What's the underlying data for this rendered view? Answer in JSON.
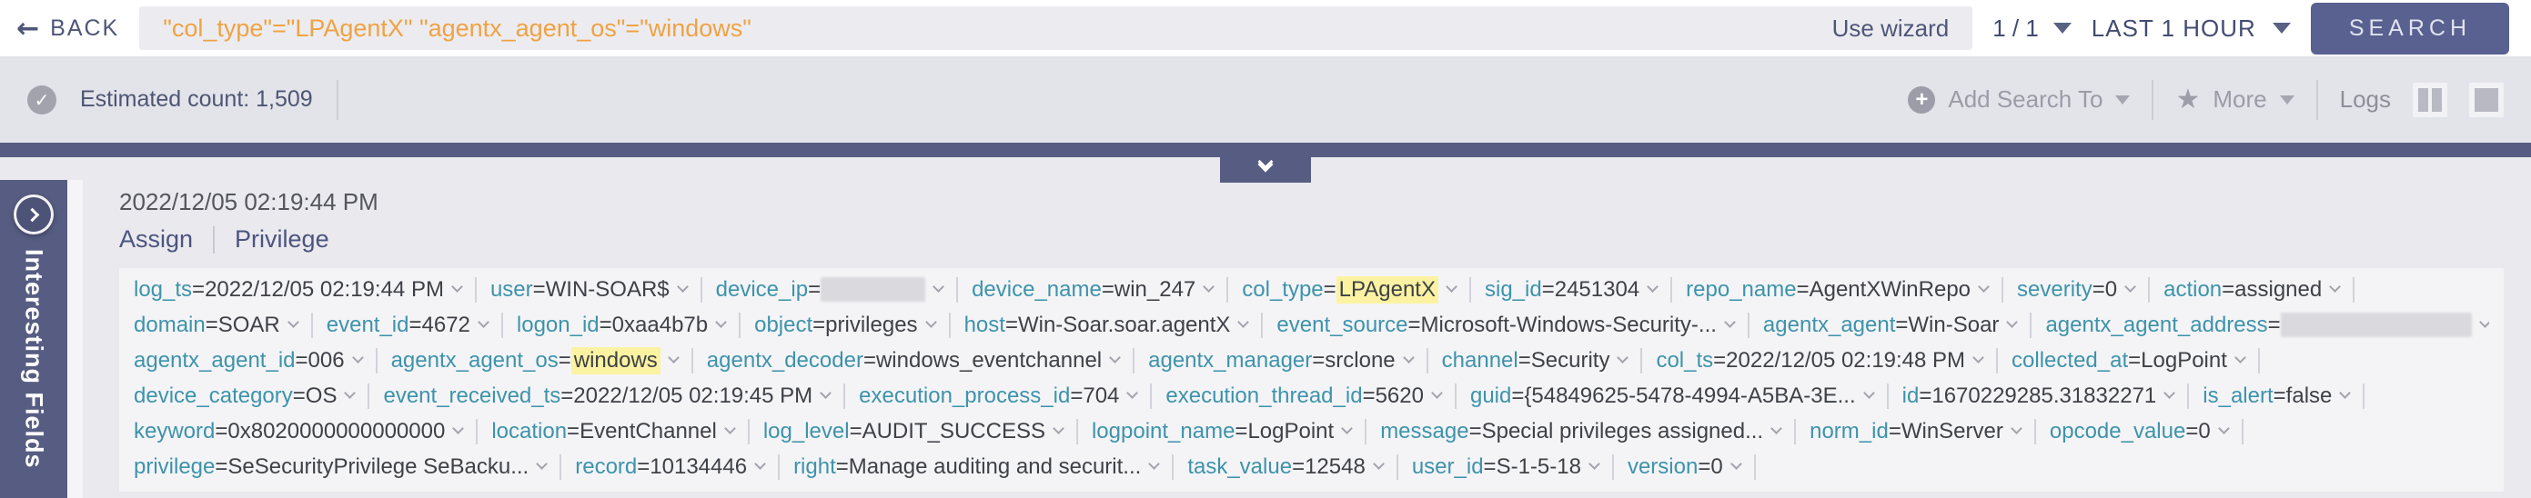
{
  "top_bar": {
    "back_label": "BACK",
    "query": "\"col_type\"=\"LPAgentX\" \"agentx_agent_os\"=\"windows\"",
    "use_wizard": "Use wizard",
    "page_indicator": "1 / 1",
    "time_range": "LAST 1 HOUR",
    "search_label": "SEARCH"
  },
  "status_bar": {
    "estimated_count": "Estimated count: 1,509",
    "add_search_to": "Add Search To",
    "more": "More",
    "logs": "Logs"
  },
  "sidebar": {
    "title": "Interesting Fields"
  },
  "log_entry": {
    "timestamp": "2022/12/05 02:19:44 PM",
    "actions": [
      "Assign",
      "Privilege"
    ],
    "rows": [
      [
        {
          "key": "log_ts",
          "value": "2022/12/05 02:19:44 PM"
        },
        {
          "key": "user",
          "value": "WIN-SOAR$"
        },
        {
          "key": "device_ip",
          "redacted": true,
          "redacted_width": 115
        },
        {
          "key": "device_name",
          "value": "win_247"
        },
        {
          "key": "col_type",
          "value": "LPAgentX",
          "highlight": true
        },
        {
          "key": "sig_id",
          "value": "2451304"
        },
        {
          "key": "repo_name",
          "value": "AgentXWinRepo"
        },
        {
          "key": "severity",
          "value": "0"
        },
        {
          "key": "action",
          "value": "assigned"
        }
      ],
      [
        {
          "key": "domain",
          "value": "SOAR"
        },
        {
          "key": "event_id",
          "value": "4672"
        },
        {
          "key": "logon_id",
          "value": "0xaa4b7b"
        },
        {
          "key": "object",
          "value": "privileges"
        },
        {
          "key": "host",
          "value": "Win-Soar.soar.agentX"
        },
        {
          "key": "event_source",
          "value": "Microsoft-Windows-Security-..."
        },
        {
          "key": "agentx_agent",
          "value": "Win-Soar"
        },
        {
          "key": "agentx_agent_address",
          "redacted": true,
          "redacted_width": 210
        }
      ],
      [
        {
          "key": "agentx_agent_id",
          "value": "006"
        },
        {
          "key": "agentx_agent_os",
          "value": "windows",
          "highlight": true
        },
        {
          "key": "agentx_decoder",
          "value": "windows_eventchannel"
        },
        {
          "key": "agentx_manager",
          "value": "srclone"
        },
        {
          "key": "channel",
          "value": "Security"
        },
        {
          "key": "col_ts",
          "value": "2022/12/05 02:19:48 PM"
        },
        {
          "key": "collected_at",
          "value": "LogPoint"
        }
      ],
      [
        {
          "key": "device_category",
          "value": "OS"
        },
        {
          "key": "event_received_ts",
          "value": "2022/12/05 02:19:45 PM"
        },
        {
          "key": "execution_process_id",
          "value": "704"
        },
        {
          "key": "execution_thread_id",
          "value": "5620"
        },
        {
          "key": "guid",
          "value": "{54849625-5478-4994-A5BA-3E..."
        },
        {
          "key": "id",
          "value": "1670229285.31832271"
        },
        {
          "key": "is_alert",
          "value": "false"
        }
      ],
      [
        {
          "key": "keyword",
          "value": "0x8020000000000000"
        },
        {
          "key": "location",
          "value": "EventChannel"
        },
        {
          "key": "log_level",
          "value": "AUDIT_SUCCESS"
        },
        {
          "key": "logpoint_name",
          "value": "LogPoint"
        },
        {
          "key": "message",
          "value": "Special privileges assigned..."
        },
        {
          "key": "norm_id",
          "value": "WinServer"
        },
        {
          "key": "opcode_value",
          "value": "0"
        }
      ],
      [
        {
          "key": "privilege",
          "value": "SeSecurityPrivilege SeBacku..."
        },
        {
          "key": "record",
          "value": "10134446"
        },
        {
          "key": "right",
          "value": "Manage auditing and securit..."
        },
        {
          "key": "task_value",
          "value": "12548"
        },
        {
          "key": "user_id",
          "value": "S-1-5-18"
        },
        {
          "key": "version",
          "value": "0"
        }
      ]
    ]
  },
  "colors": {
    "accent_orange": "#f0a243",
    "slate": "#575d82",
    "search_button": "#596190",
    "key_teal": "#3e93ab",
    "highlight_yellow": "#fbf3a1"
  }
}
